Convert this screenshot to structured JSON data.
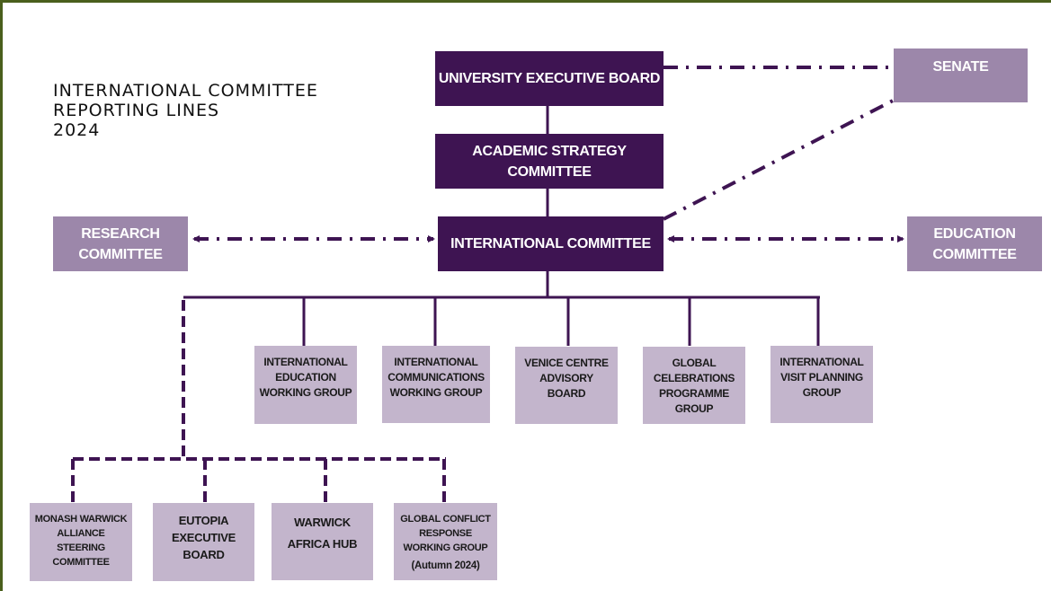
{
  "title": {
    "lines": [
      "INTERNATIONAL COMMITTEE",
      "REPORTING LINES",
      "2024"
    ]
  },
  "colors": {
    "frame": "#4a5f1c",
    "dark_box": "#3e1452",
    "mid_box": "#9c87aa",
    "light_box": "#c3b5cc",
    "connector": "#3e1452"
  },
  "nodes": {
    "ueb": {
      "lines": [
        "UNIVERSITY EXECUTIVE BOARD"
      ]
    },
    "senate": {
      "lines": [
        "SENATE"
      ]
    },
    "asc": {
      "lines": [
        "ACADEMIC STRATEGY",
        "COMMITTEE"
      ]
    },
    "ic": {
      "lines": [
        "INTERNATIONAL COMMITTEE"
      ]
    },
    "research": {
      "lines": [
        "RESEARCH",
        "COMMITTEE"
      ]
    },
    "education": {
      "lines": [
        "EDUCATION",
        "COMMITTEE"
      ]
    },
    "groups": [
      {
        "lines": [
          "INTERNATIONAL",
          "EDUCATION",
          "WORKING GROUP"
        ]
      },
      {
        "lines": [
          "INTERNATIONAL",
          "COMMUNICATIONS",
          "WORKING GROUP"
        ]
      },
      {
        "lines": [
          "VENICE CENTRE",
          "ADVISORY",
          "BOARD"
        ]
      },
      {
        "lines": [
          "GLOBAL",
          "CELEBRATIONS",
          "PROGRAMME",
          "GROUP"
        ]
      },
      {
        "lines": [
          "INTERNATIONAL",
          "VISIT PLANNING",
          "GROUP"
        ]
      }
    ],
    "partners": [
      {
        "lines": [
          "MONASH WARWICK",
          "ALLIANCE",
          "STEERING",
          "COMMITTEE"
        ]
      },
      {
        "lines": [
          "EUTOPIA",
          "EXECUTIVE",
          "BOARD"
        ]
      },
      {
        "lines": [
          "WARWICK",
          "AFRICA HUB"
        ]
      },
      {
        "lines": [
          "GLOBAL CONFLICT",
          "RESPONSE",
          "WORKING GROUP"
        ],
        "note": "(Autumn 2024)"
      }
    ]
  },
  "connections": [
    {
      "from": "ueb",
      "to": "asc",
      "style": "solid"
    },
    {
      "from": "asc",
      "to": "ic",
      "style": "solid"
    },
    {
      "from": "ueb",
      "to": "senate",
      "style": "dash-dot"
    },
    {
      "from": "ic",
      "to": "senate",
      "style": "dash-dot"
    },
    {
      "from": "ic",
      "to": "research",
      "style": "dash-dot",
      "arrows": "both"
    },
    {
      "from": "ic",
      "to": "education",
      "style": "dash-dot",
      "arrows": "both"
    },
    {
      "from": "ic",
      "to": "groups",
      "style": "solid"
    },
    {
      "from": "ic",
      "to": "partners",
      "style": "dashed"
    }
  ]
}
